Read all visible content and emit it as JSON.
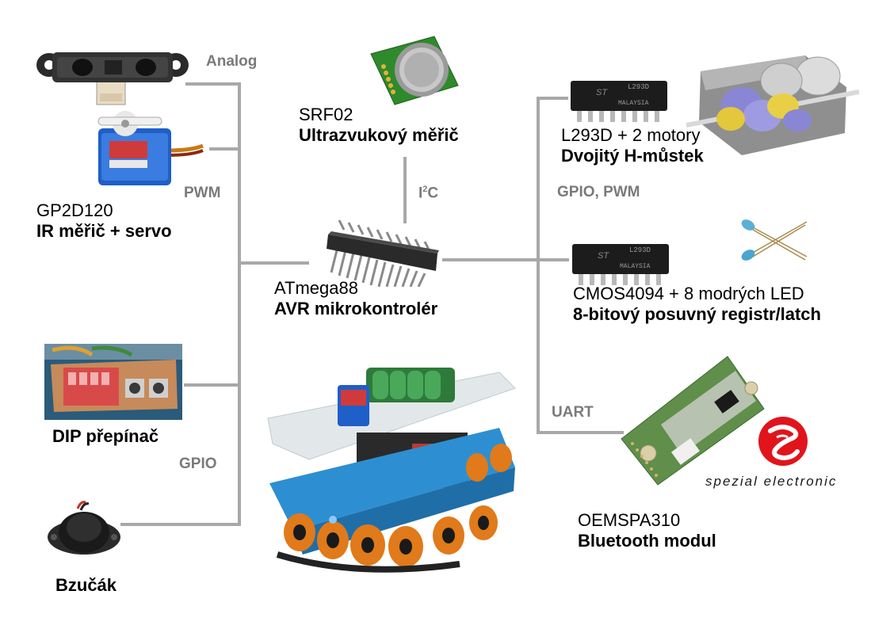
{
  "buses": {
    "analog": "Analog",
    "pwm": "PWM",
    "i2c_main": "I",
    "i2c_sup": "2",
    "i2c_tail": "C",
    "gpio_pwm": "GPIO, PWM",
    "uart": "UART",
    "gpio": "GPIO"
  },
  "components": {
    "srf02": {
      "model": "SRF02",
      "description": "Ultrazvukový měřič"
    },
    "gp2d120": {
      "model": "GP2D120",
      "description": "IR měřič + servo"
    },
    "atmega": {
      "model": "ATmega88",
      "description": "AVR mikrokontrolér"
    },
    "l293d": {
      "model": "L293D + 2 motory",
      "description": "Dvojitý H-můstek"
    },
    "cmos4094": {
      "model": "CMOS4094 + 8 modrých LED",
      "description": "8-bitový posuvný registr/latch"
    },
    "dip": {
      "description": "DIP přepínač"
    },
    "oemspa": {
      "model": "OEMSPA310",
      "description": "Bluetooth modul"
    },
    "buzzer": {
      "description": "Bzučák"
    }
  },
  "logo": {
    "text": "spezial electronic",
    "color": "#e1141c"
  },
  "chip_markings": {
    "l293d_top": "L293D",
    "l293d_bottom": "MALAYSIA",
    "cmos_top": "L293D",
    "cmos_bottom": "MALAYSIA"
  },
  "icons": [
    "ir-sensor-icon",
    "servo-icon",
    "ultrasonic-sensor-icon",
    "microcontroller-chip-icon",
    "h-bridge-chip-icon",
    "gearbox-motor-icon",
    "shift-register-chip-icon",
    "led-icon",
    "dip-switch-board-icon",
    "robot-photo-icon",
    "bluetooth-module-icon",
    "spezial-electronic-logo",
    "buzzer-icon"
  ]
}
